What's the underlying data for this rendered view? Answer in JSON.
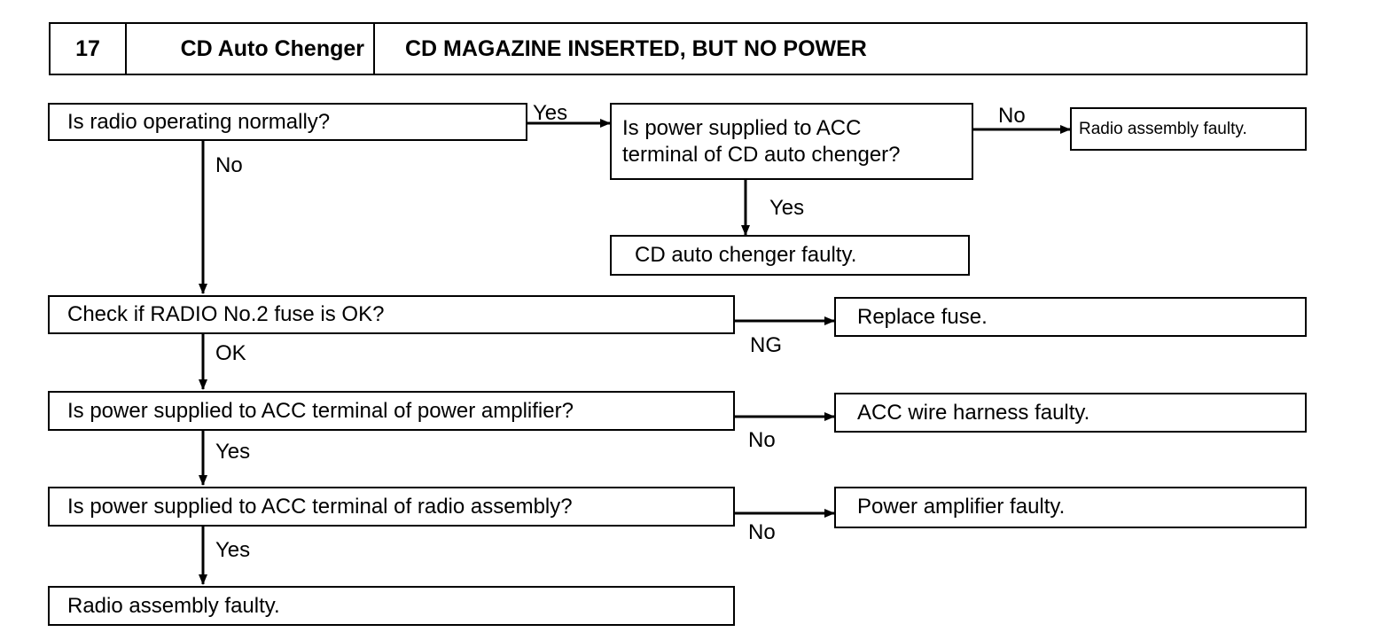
{
  "header": {
    "number": "17",
    "component": "CD Auto Chenger",
    "symptom": "CD MAGAZINE INSERTED, BUT NO POWER"
  },
  "boxes": {
    "q_radio": "Is radio operating normally?",
    "q_cd_acc_line1": "Is power supplied to ACC",
    "q_cd_acc_line2": "terminal of CD auto chenger?",
    "r_radio_faulty_top": "Radio assembly faulty.",
    "r_cd_faulty": "CD auto chenger faulty.",
    "q_fuse": "Check if RADIO No.2 fuse is OK?",
    "r_replace_fuse": "Replace fuse.",
    "q_amp_acc": "Is power supplied to ACC terminal of power amplifier?",
    "r_acc_harness": "ACC wire harness faulty.",
    "q_radio_acc": "Is power supplied to ACC terminal of radio assembly?",
    "r_amp_faulty": "Power amplifier faulty.",
    "r_radio_faulty_bottom": "Radio assembly faulty."
  },
  "labels": {
    "yes_radio": "Yes",
    "no_radio": "No",
    "no_cd_acc": "No",
    "yes_cd_acc": "Yes",
    "ng_fuse": "NG",
    "ok_fuse": "OK",
    "no_amp": "No",
    "yes_amp": "Yes",
    "no_radio_acc": "No",
    "yes_radio_acc": "Yes"
  }
}
